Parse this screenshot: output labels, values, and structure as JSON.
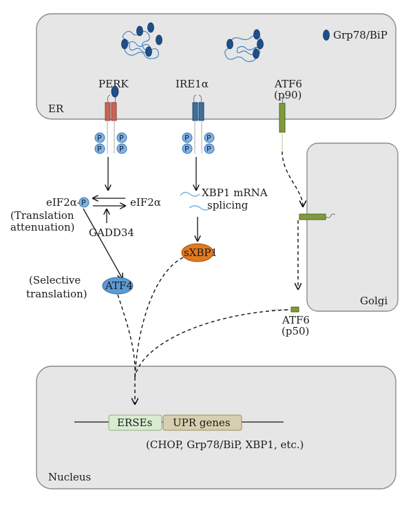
{
  "compartments": {
    "er": "ER",
    "golgi": "Golgi",
    "nucleus": "Nucleus"
  },
  "legend": {
    "bip": "Grp78/BiP"
  },
  "sensors": {
    "perk": "PERK",
    "ire1": "IRE1α",
    "atf6_line1": "ATF6",
    "atf6_line2": "(p90)"
  },
  "phospho": "P",
  "perk_branch": {
    "eif2a_p": "eIF2α-",
    "eif2a": "eIF2α",
    "translation_line1": "(Translation",
    "translation_line2": "attenuation)",
    "gadd34": "GADD34",
    "selective_line1": "(Selective",
    "selective_line2": "translation)",
    "atf4": "ATF4"
  },
  "ire1_branch": {
    "splicing_line1": "XBP1 mRNA",
    "splicing_line2": "splicing",
    "sxbp1": "sXBP1"
  },
  "atf6_branch": {
    "cleaved_line1": "ATF6",
    "cleaved_line2": "(p50)"
  },
  "nucleus_content": {
    "erses": "ERSEs",
    "upr_genes": "UPR genes",
    "targets": "(CHOP, Grp78/BiP, XBP1, etc.)"
  },
  "colors": {
    "perk": "#c8645a",
    "ire1": "#3d6f9e",
    "atf6": "#7f9b3c",
    "atf4": "#5b9bd5",
    "sxbp1": "#e07a1f",
    "erses": "#d8ecd0",
    "upr_genes": "#d8ceb0"
  }
}
